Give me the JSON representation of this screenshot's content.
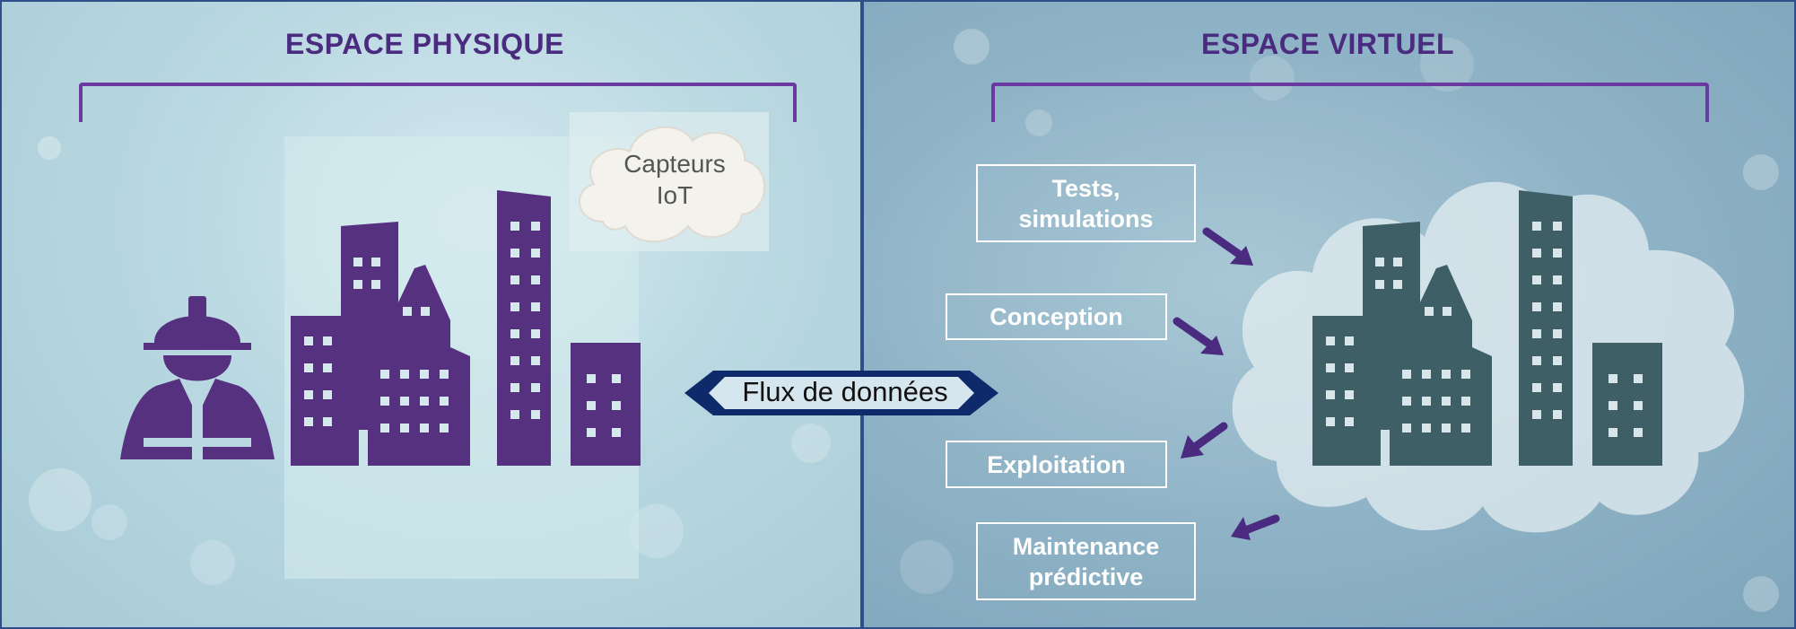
{
  "left": {
    "title": "ESPACE PHYSIQUE",
    "cloud_line1": "Capteurs",
    "cloud_line2": "IoT"
  },
  "right": {
    "title": "ESPACE VIRTUEL",
    "boxes": {
      "tests_line1": "Tests,",
      "tests_line2": "simulations",
      "conception": "Conception",
      "exploitation": "Exploitation",
      "maintenance_line1": "Maintenance",
      "maintenance_line2": "prédictive"
    }
  },
  "center": {
    "flux_label": "Flux de données"
  },
  "colors": {
    "title": "#4b2b80",
    "bracket": "#6b3aa0",
    "physical_building": "#55317f",
    "virtual_building": "#3e5f66",
    "arrow": "#4b2b80",
    "flux_border": "#0e2a6b",
    "panel_border": "#2f4f8a"
  },
  "icons": [
    "worker-icon",
    "city-buildings-icon",
    "cloud-icon",
    "virtual-city-icon",
    "double-arrow-icon",
    "arrow-icon"
  ]
}
